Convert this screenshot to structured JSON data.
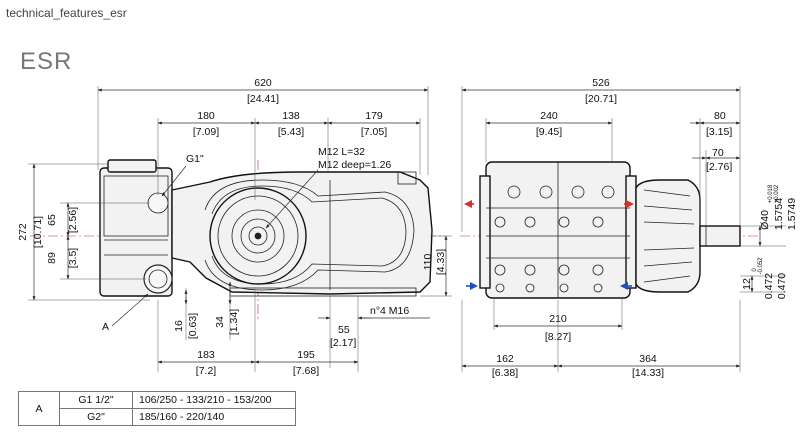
{
  "page": {
    "title": "technical_features_esr",
    "model": "ESR"
  },
  "side_view": {
    "overall_length": "620",
    "overall_length_in": "[24.41]",
    "seg_a": "180",
    "seg_a_in": "[7.09]",
    "seg_b": "138",
    "seg_b_in": "[5.43]",
    "seg_c": "179",
    "seg_c_in": "[7.05]",
    "thread_note_1": "M12 L=32",
    "thread_note_2": "M12 deep=1.26",
    "port_label": "G1\"",
    "height_total": "272",
    "height_total_in": "[10.71]",
    "height_upper": "65",
    "height_upper_in": "[2.56]",
    "height_lower": "89",
    "height_lower_in": "[3.5]",
    "foot_height": "110",
    "foot_height_in": "[4.33]",
    "h16": "16",
    "h16_in": "[0.63]",
    "h34": "34",
    "h34_in": "[1.34]",
    "w55": "55",
    "w55_in": "[2.17]",
    "bolt_note": "n°4 M16",
    "bottom_a": "183",
    "bottom_a_in": "[7.2]",
    "bottom_b": "195",
    "bottom_b_in": "[7.68]",
    "label_a": "A"
  },
  "front_view": {
    "overall_width": "526",
    "overall_width_in": "[20.71]",
    "head_width": "240",
    "head_width_in": "[9.45]",
    "shaft_len": "80",
    "shaft_len_in": "[3.15]",
    "shaft_key": "70",
    "shaft_key_in": "[2.76]",
    "shaft_dia": "Ø40",
    "shaft_tol_top": "+0.018",
    "shaft_tol_bot": "+0.002",
    "shaft_dia_in_1": "1.5754",
    "shaft_dia_in_2": "1.5749",
    "foot_span": "210",
    "foot_span_in": "[8.27]",
    "bottom_a": "162",
    "bottom_a_in": "[6.38]",
    "bottom_b": "364",
    "bottom_b_in": "[14.33]",
    "key_width": "12",
    "key_tol_top": "0",
    "key_tol_bot": "-0.052",
    "key_in_1": "0.472",
    "key_in_2": "0.470"
  },
  "legend": {
    "key": "A",
    "rows": [
      {
        "port": "G1 1/2\"",
        "values": "106/250 - 133/210 - 153/200"
      },
      {
        "port": "G2\"",
        "values": "185/160 - 220/140"
      }
    ]
  },
  "colors": {
    "center_line": "#cc2233",
    "arrow_red": "#d93025",
    "arrow_blue": "#1f4fbf"
  }
}
